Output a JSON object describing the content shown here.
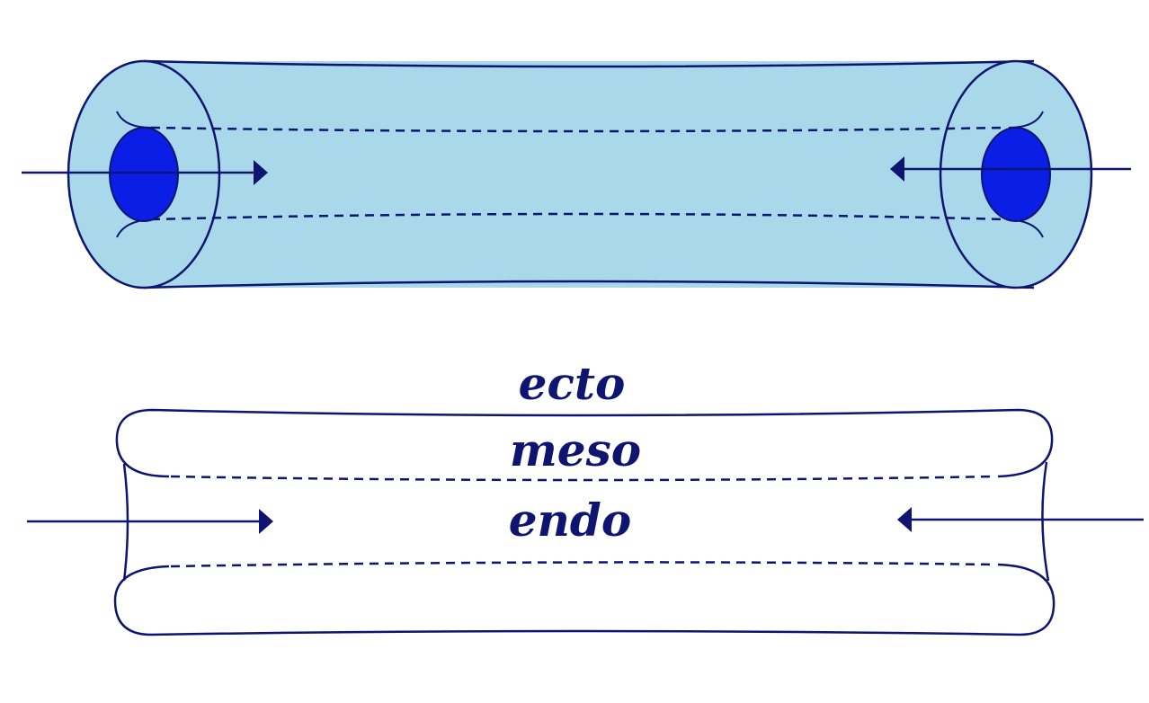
{
  "colors": {
    "outline": "#0d1570",
    "tube_fill": "#a8d8ea",
    "opening_fill": "#0a1ee6",
    "background": "#ffffff"
  },
  "labels": {
    "ecto": "ecto",
    "meso": "meso",
    "endo": "endo"
  }
}
